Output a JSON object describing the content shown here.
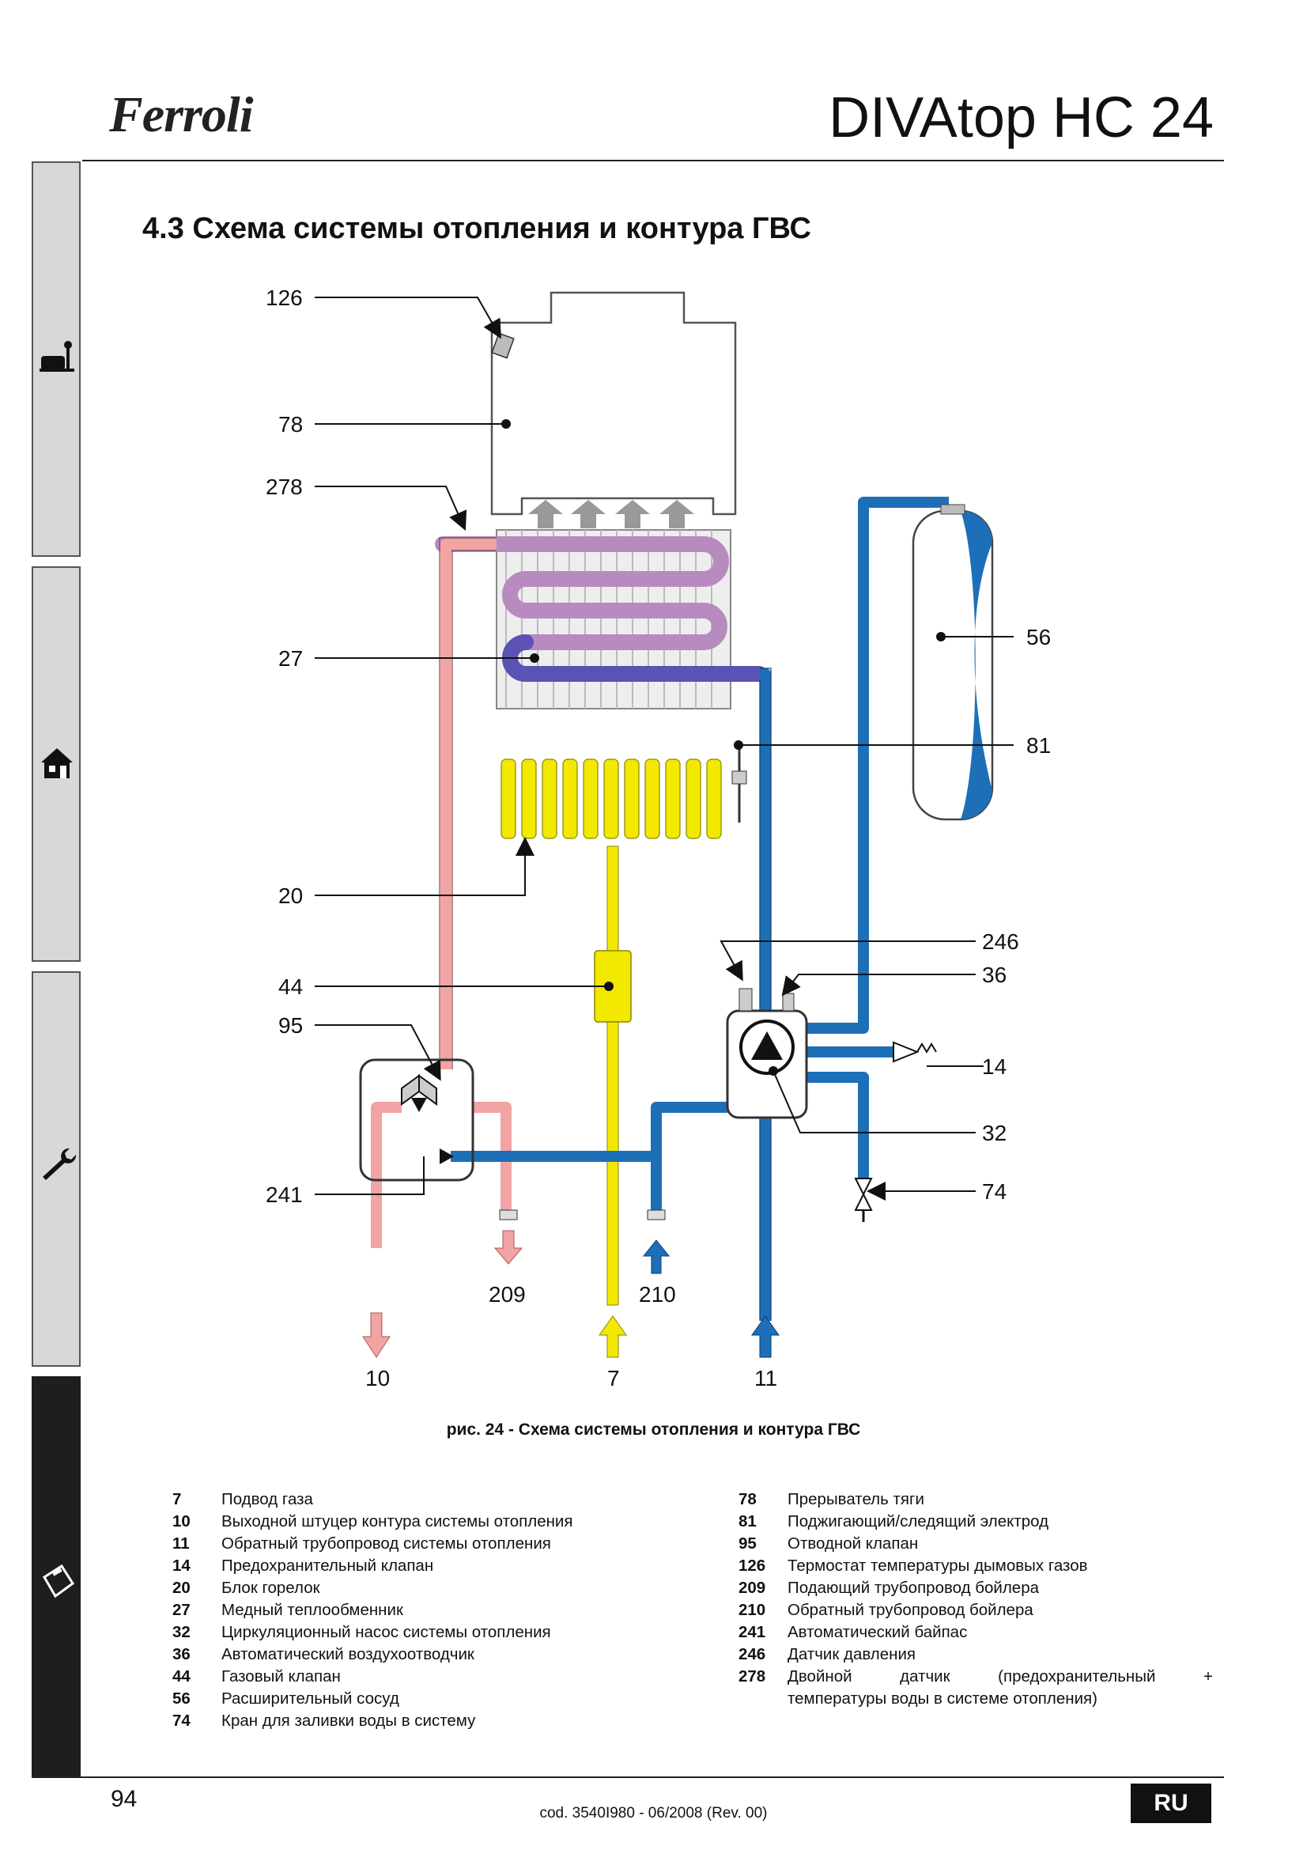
{
  "header": {
    "brand": "Ferroli",
    "model": "DIVAtop HC 24"
  },
  "section_title": "4.3 Схема системы отопления и контура ГВС",
  "diagram": {
    "callouts": {
      "c126": "126",
      "c78": "78",
      "c278": "278",
      "c27": "27",
      "c20": "20",
      "c44": "44",
      "c95": "95",
      "c241": "241",
      "c56": "56",
      "c81": "81",
      "c246": "246",
      "c36": "36",
      "c14": "14",
      "c32": "32",
      "c74": "74",
      "c209": "209",
      "c210": "210",
      "c10": "10",
      "c7": "7",
      "c11": "11"
    }
  },
  "caption": "рис. 24 - Схема системы отопления и контура ГВС",
  "legend_left": [
    {
      "num": "7",
      "desc": "Подвод газа"
    },
    {
      "num": "10",
      "desc": "Выходной штуцер контура системы отопления"
    },
    {
      "num": "11",
      "desc": "Обратный трубопровод системы отопления"
    },
    {
      "num": "14",
      "desc": "Предохранительный клапан"
    },
    {
      "num": "20",
      "desc": "Блок горелок"
    },
    {
      "num": "27",
      "desc": "Медный теплообменник"
    },
    {
      "num": "32",
      "desc": "Циркуляционный насос системы отопления"
    },
    {
      "num": "36",
      "desc": "Автоматический воздухоотводчик"
    },
    {
      "num": "44",
      "desc": "Газовый клапан"
    },
    {
      "num": "56",
      "desc": "Расширительный сосуд"
    },
    {
      "num": "74",
      "desc": "Кран для заливки воды в систему"
    }
  ],
  "legend_right": [
    {
      "num": "78",
      "desc": "Прерыватель тяги"
    },
    {
      "num": "81",
      "desc": "Поджигающий/следящий электрод"
    },
    {
      "num": "95",
      "desc": "Отводной клапан"
    },
    {
      "num": "126",
      "desc": "Термостат температуры дымовых газов"
    },
    {
      "num": "209",
      "desc": "Подающий трубопровод бойлера"
    },
    {
      "num": "210",
      "desc": "Обратный трубопровод бойлера"
    },
    {
      "num": "241",
      "desc": "Автоматический байпас"
    },
    {
      "num": "246",
      "desc": "Датчик давления"
    },
    {
      "num": "278",
      "desc": "Двойной датчик (предохранительный +",
      "desc2": "температуры воды в системе отопления)"
    }
  ],
  "footer": {
    "page_number": "94",
    "doc_code": "cod. 3540I980  -  06/2008  (Rev. 00)",
    "lang": "RU"
  },
  "colors": {
    "hot_pipe": "#f0a0a0",
    "cold_pipe": "#1d6fb8",
    "gas_pipe": "#f2e600"
  }
}
